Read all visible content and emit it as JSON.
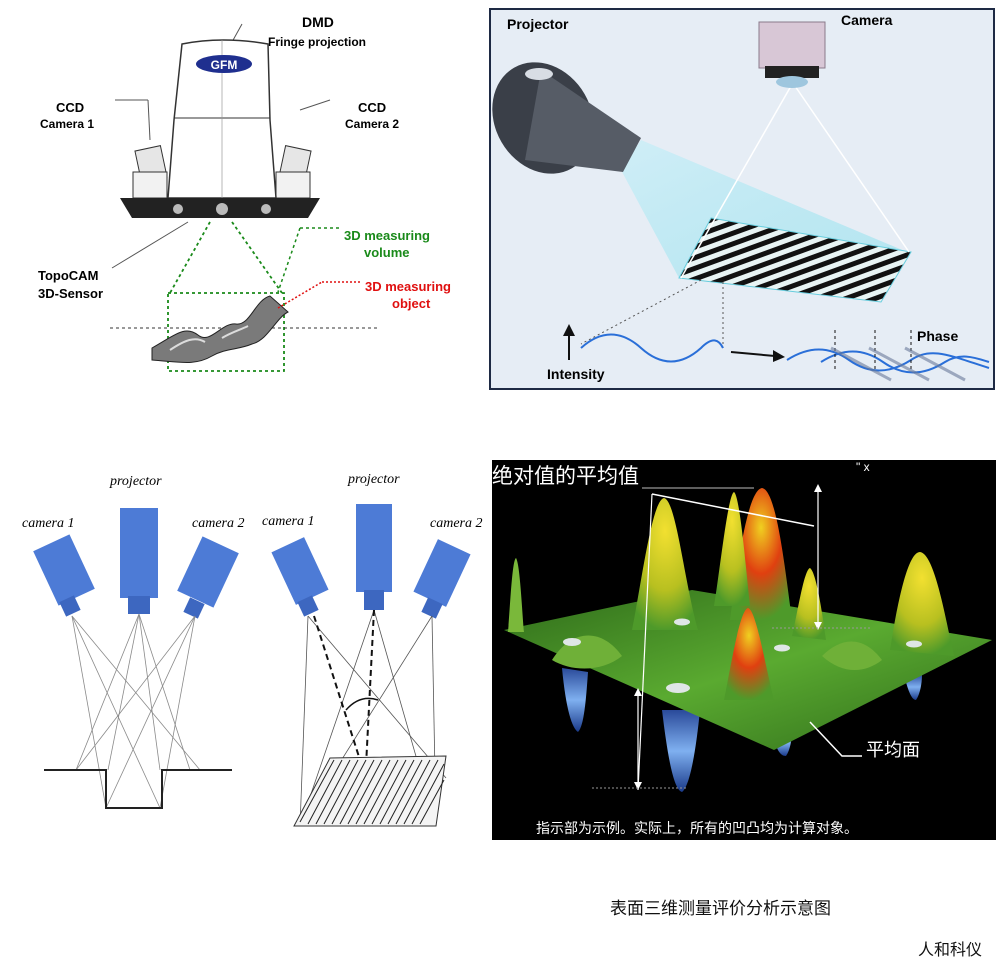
{
  "panel_topocam": {
    "dmd_title": "DMD",
    "dmd_subtitle": "Fringe projection",
    "logo": "GFM",
    "ccd1_title": "CCD",
    "ccd1_subtitle": "Camera 1",
    "ccd2_title": "CCD",
    "ccd2_subtitle": "Camera 2",
    "volume_line1": "3D measuring",
    "volume_line2": "volume",
    "object_line1": "3D measuring",
    "object_line2": "object",
    "sensor_line1": "TopoCAM",
    "sensor_line2": "3D-Sensor",
    "colors": {
      "volume": "#1a8a1a",
      "object": "#e01010",
      "frame": "#333333"
    }
  },
  "panel_projector": {
    "projector_label": "Projector",
    "camera_label": "Camera",
    "intensity_label": "Intensity",
    "phase_label": "Phase",
    "colors": {
      "background": "#e6edf5",
      "border": "#1e2a44",
      "wave": "#2a6fd8"
    }
  },
  "panel_stereo": {
    "left_projector_label": "projector",
    "left_camera1_label": "camera 1",
    "left_camera2_label": "camera 2",
    "right_projector_label": "projector",
    "right_camera1_label": "camera 1",
    "right_camera2_label": "camera 2",
    "colors": {
      "device": "#4d7bd6"
    }
  },
  "panel_surface": {
    "heading": "绝对值的平均值",
    "corner_mark": "\" x",
    "mean_plane_label": "平均面",
    "footnote": "指示部为示例。实际上，所有的凹凸均为计算对象。",
    "colors": {
      "background": "#000000",
      "surface": "#4e9a2a",
      "peak": "#e02a10",
      "valley": "#3a6fd0"
    }
  },
  "caption": "表面三维测量评价分析示意图",
  "watermark": "人和科仪"
}
